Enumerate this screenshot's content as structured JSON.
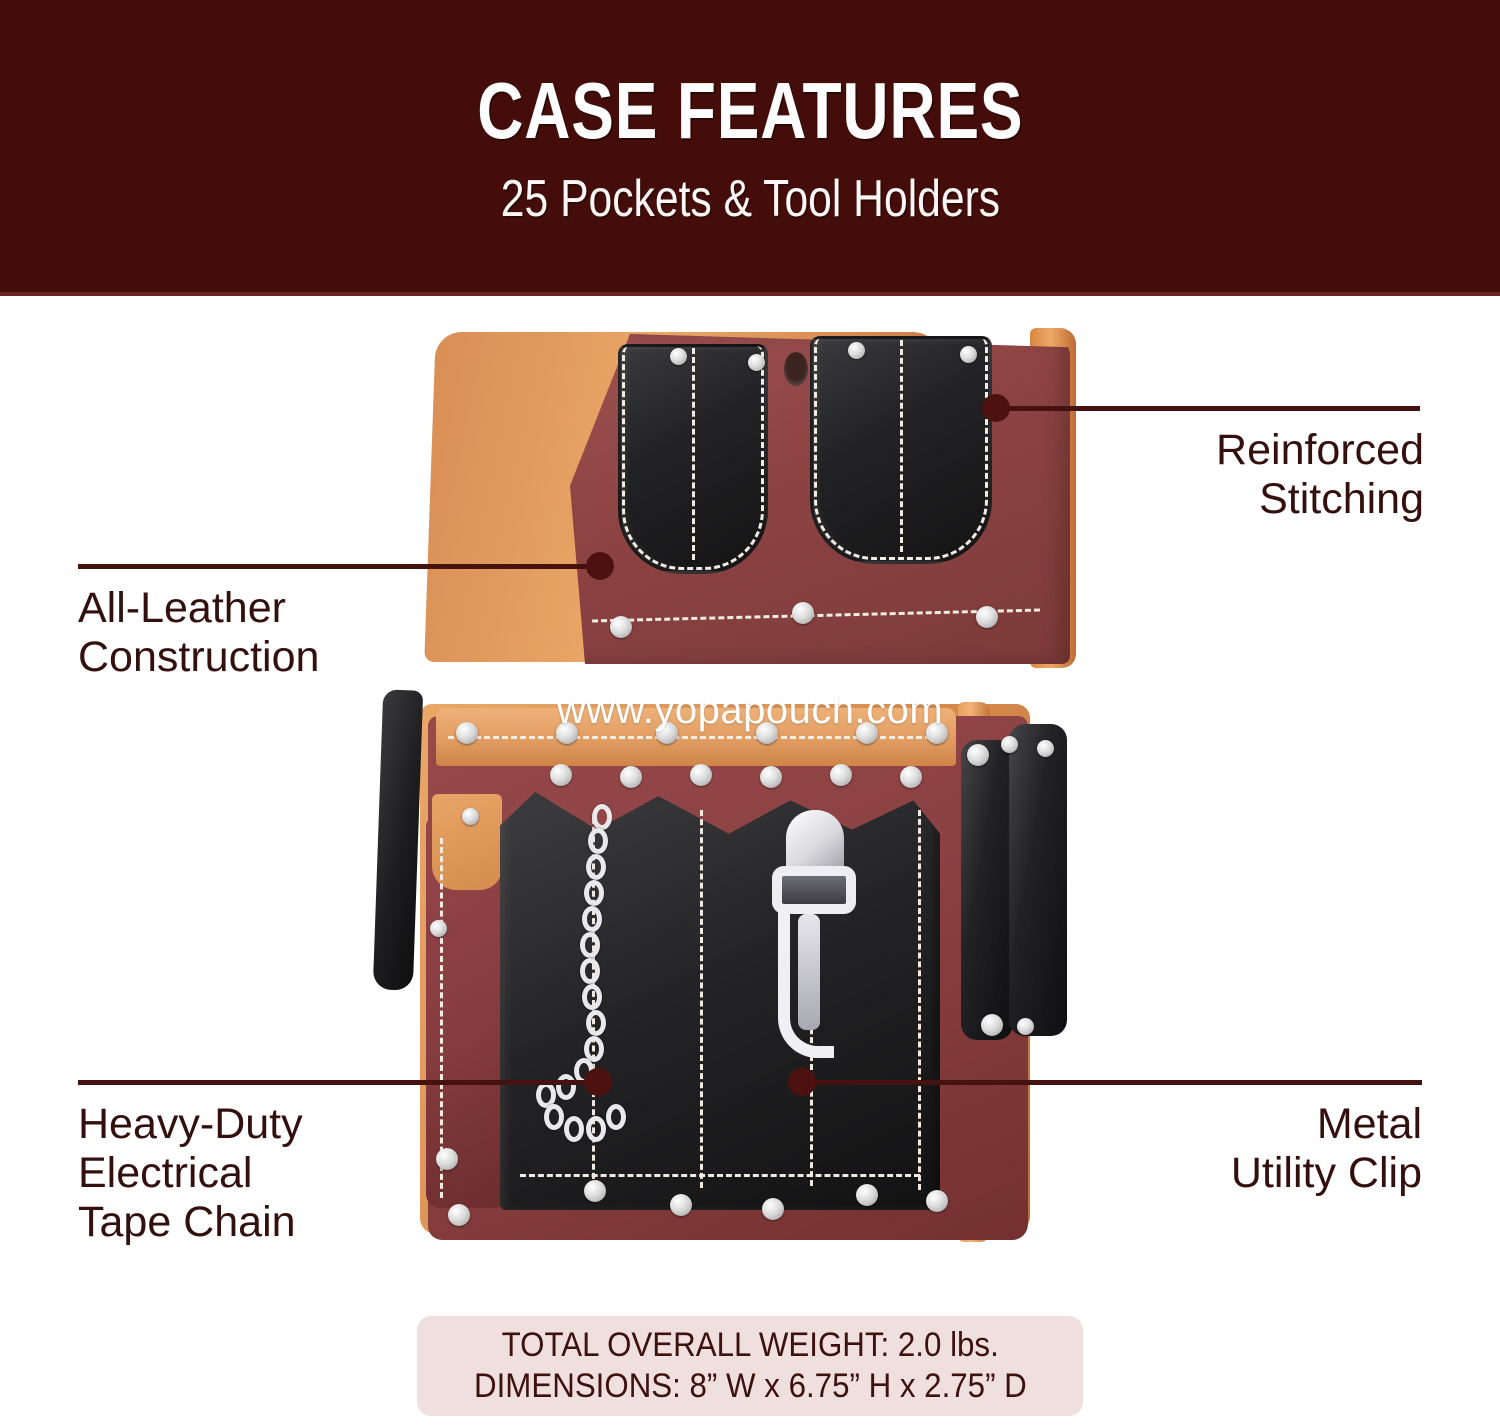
{
  "header": {
    "title": "CASE FEATURES",
    "subtitle": "25 Pockets & Tool Holders",
    "background_color": "#440d09",
    "text_color": "#fdfdfd"
  },
  "callouts": [
    {
      "id": "reinforced-stitching",
      "label": "Reinforced\nStitching",
      "position": "top-right",
      "line_color": "#46120f"
    },
    {
      "id": "all-leather-construction",
      "label": "All-Leather\nConstruction",
      "position": "top-left",
      "line_color": "#46120f"
    },
    {
      "id": "heavy-duty-electrical-tape-chain",
      "label": "Heavy-Duty\nElectrical\nTape Chain",
      "position": "bottom-left",
      "line_color": "#46120f"
    },
    {
      "id": "metal-utility-clip",
      "label": "Metal\nUtility Clip",
      "position": "bottom-right",
      "line_color": "#46120f"
    }
  ],
  "watermark": {
    "text": "www.yopapouch.com"
  },
  "product": {
    "name": "leather-tool-pouch",
    "burgundy_leather_color": "#8a4041",
    "tan_suede_color": "#e9a768",
    "black_leather_color": "#222225",
    "hardware_color": "#e9e9ec"
  },
  "spec_box": {
    "background_color": "#f0dfdf",
    "text_color": "#3c110e",
    "lines": [
      "TOTAL OVERALL WEIGHT: 2.0 lbs.",
      "DIMENSIONS: 8” W x 6.75” H x 2.75” D"
    ],
    "weight_line": "TOTAL OVERALL WEIGHT: 2.0 lbs.",
    "dimensions_line": "DIMENSIONS: 8” W x 6.75” H x 2.75” D"
  }
}
